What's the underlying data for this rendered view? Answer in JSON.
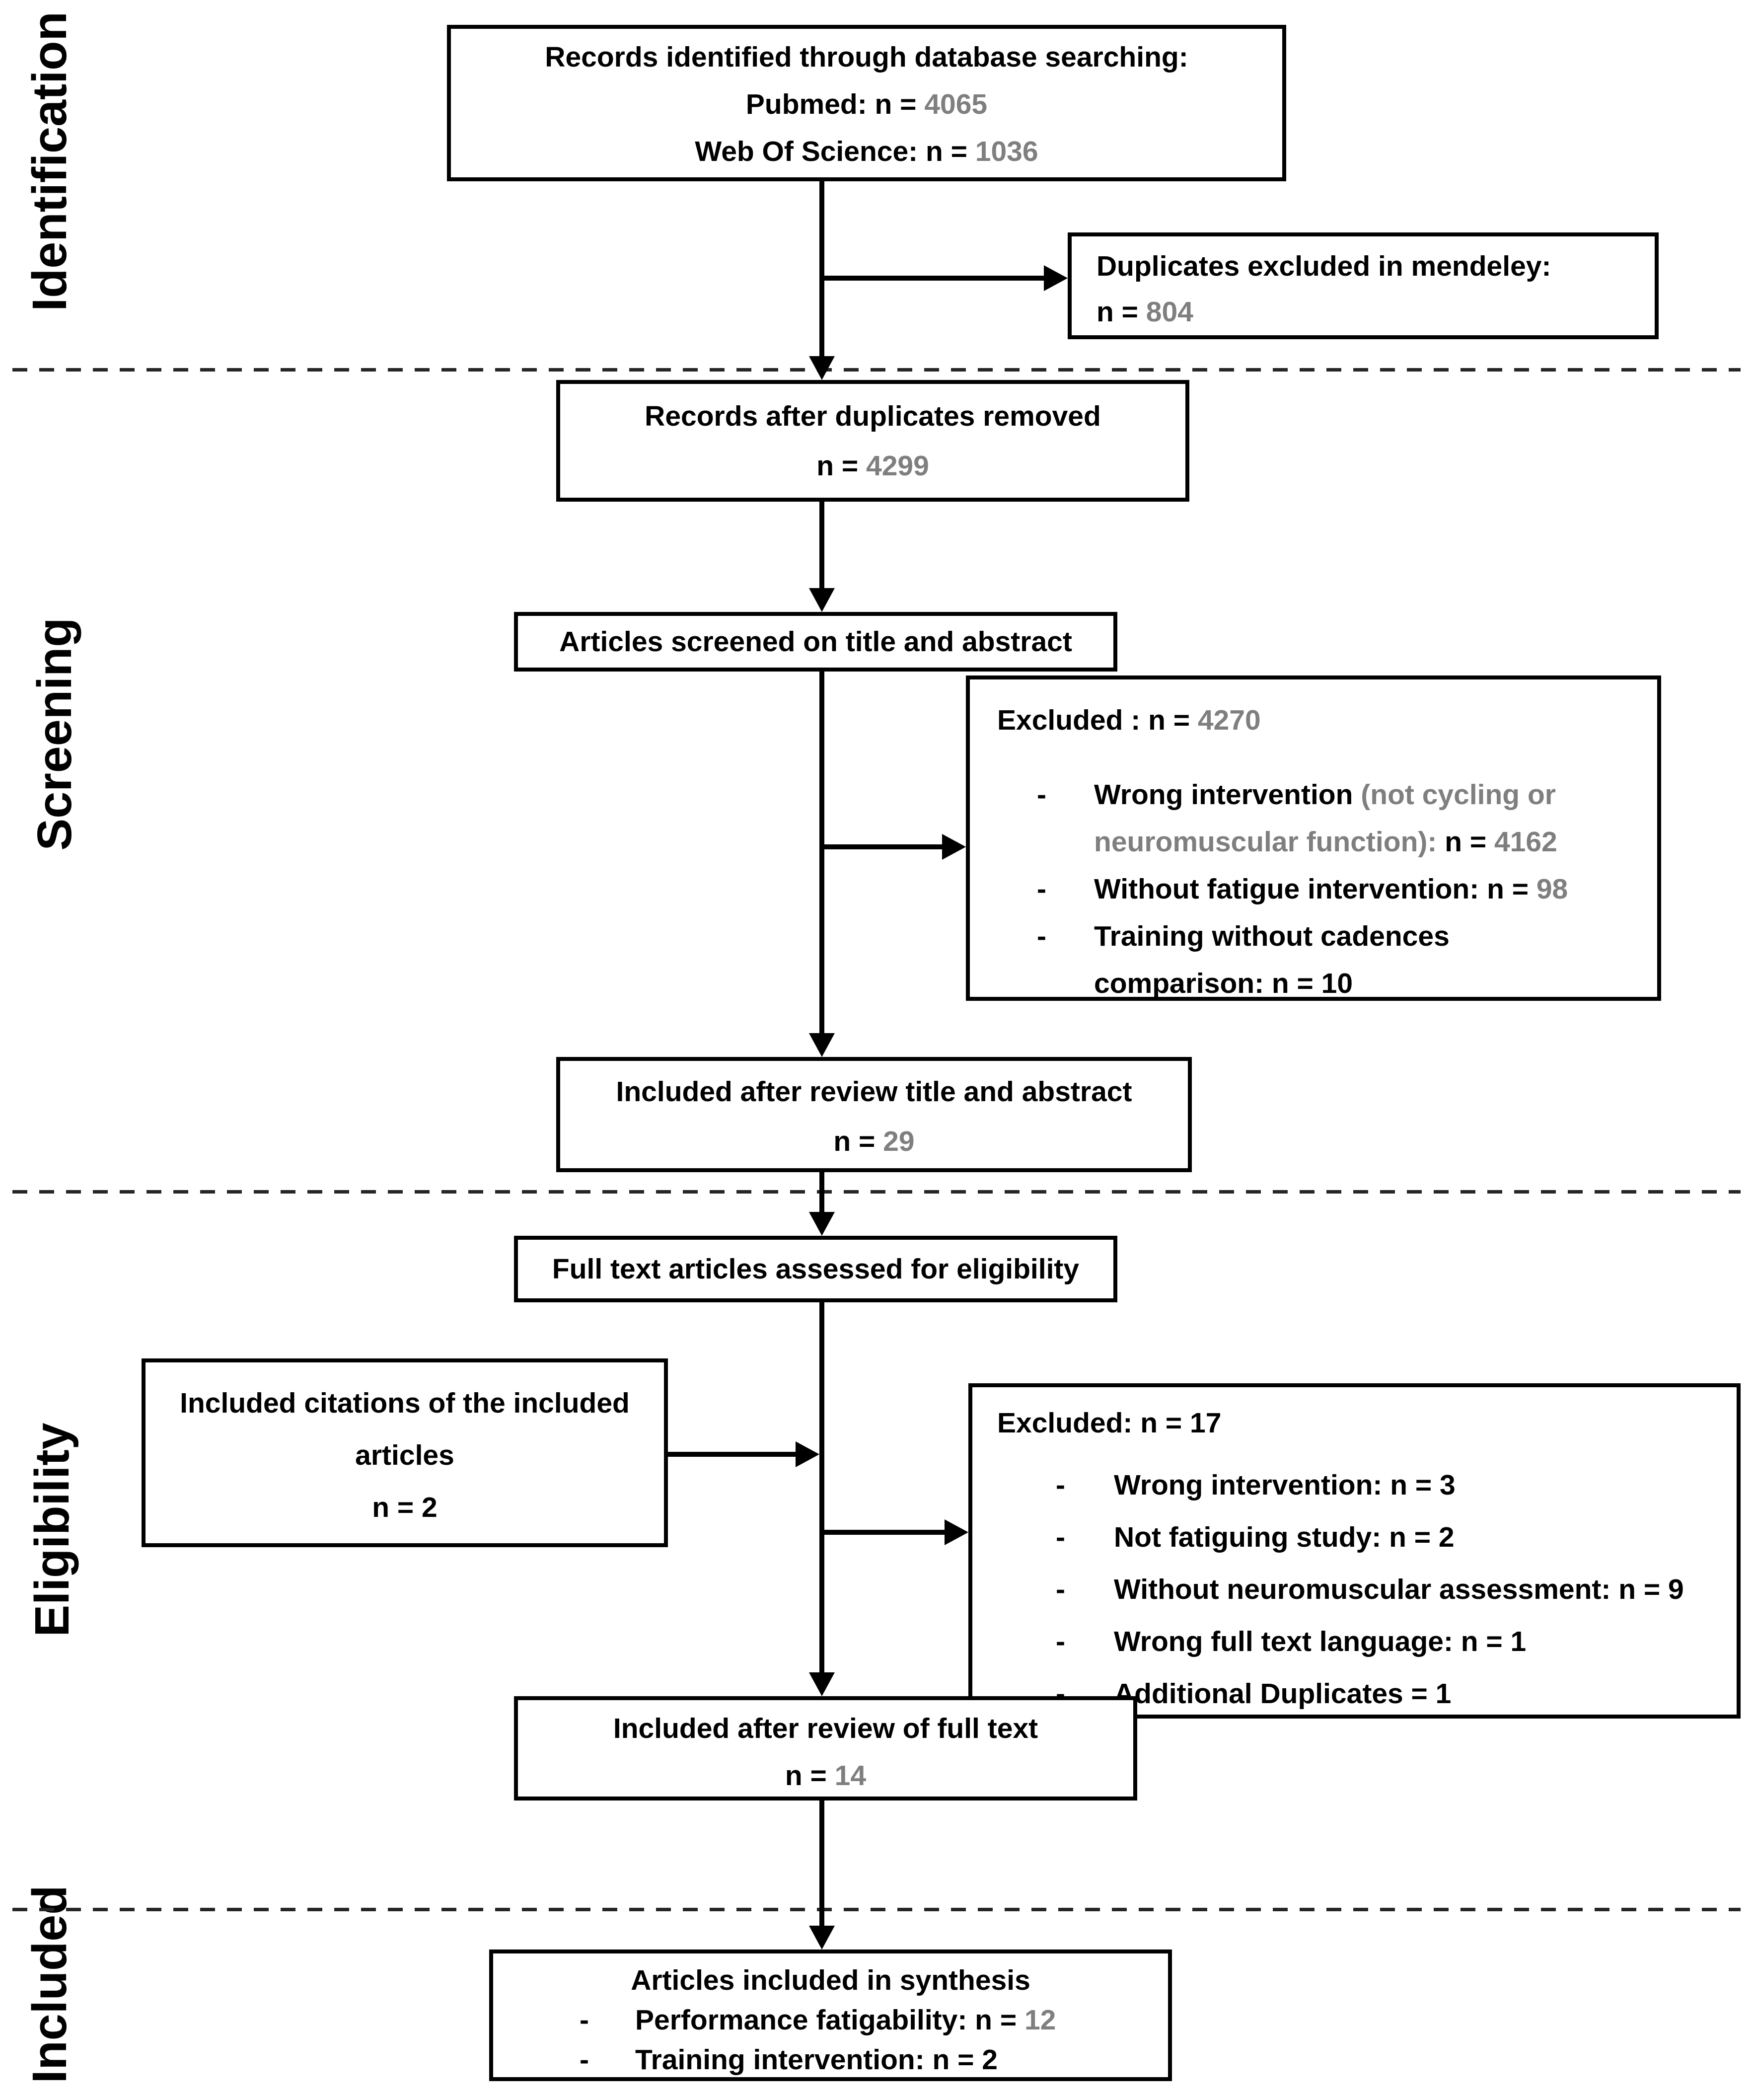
{
  "colors": {
    "ink": "#000000",
    "muted": "#7f7f7f",
    "background": "#ffffff"
  },
  "sidebar": {
    "labels": [
      "Identification",
      "Screening",
      "Eligibility",
      "Included"
    ]
  },
  "flow": {
    "bullet_marker": "-",
    "identified": {
      "title": "Records identified through database searching:",
      "rows": [
        {
          "label": "Pubmed: n =",
          "value": " 4065"
        },
        {
          "label": "Web Of Science: n =",
          "value": " 1036"
        }
      ]
    },
    "duplicates_excluded": {
      "line1": "Duplicates excluded in mendeley:",
      "label": "n =",
      "value": " 804"
    },
    "after_duplicates": {
      "title": "Records after duplicates removed",
      "label": "n =",
      "value": " 4299"
    },
    "screened_title_abstract": {
      "title": "Articles screened on title and abstract"
    },
    "excluded_title_abstract": {
      "title": "Excluded : n =",
      "title_value": " 4270",
      "b1_l1_black": "Wrong intervention ",
      "b1_l1_gray": "(not cycling or",
      "b1_l2_gray": "neuromuscular function):",
      "b1_l2_black": " n =",
      "b1_l2_gray2": " 4162",
      "b2_black": "Without fatigue intervention: n =",
      "b2_gray": " 98",
      "b3_l1": "Training without cadences",
      "b3_l2": "comparison: n = 10"
    },
    "included_title_abstract": {
      "title": "Included after review title and abstract",
      "label": "n =",
      "value": " 29"
    },
    "fulltext_assessed": {
      "title": "Full text articles assessed for eligibility"
    },
    "included_citations": {
      "line1": "Included citations of the included",
      "line2": "articles",
      "line3": "n = 2"
    },
    "excluded_fulltext": {
      "title": "Excluded: n = 17",
      "b1": "Wrong intervention: n = 3",
      "b2": "Not fatiguing study: n = 2",
      "b3": "Without neuromuscular assessment: n = 9",
      "b4": "Wrong full text language: n = 1",
      "b5": "Additional Duplicates = 1"
    },
    "included_fulltext": {
      "title": "Included after review of full text",
      "label": "n =",
      "value": " 14"
    },
    "synthesis": {
      "title": "Articles included in synthesis",
      "b1_black": "Performance fatigability: n =",
      "b1_gray": " 12",
      "b2": "Training intervention: n = 2"
    }
  }
}
